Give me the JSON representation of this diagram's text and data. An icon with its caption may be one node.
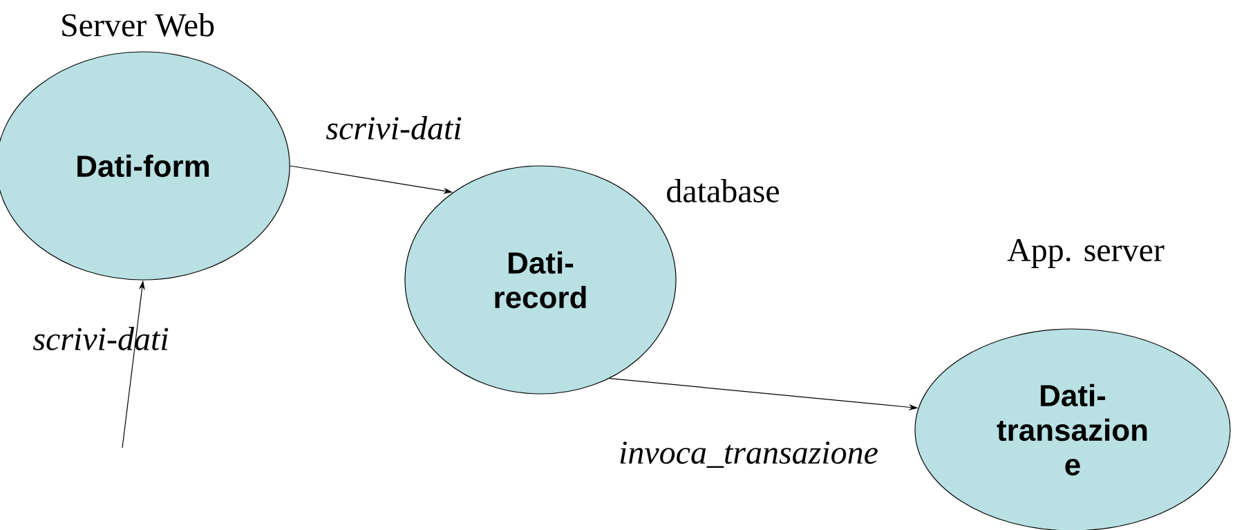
{
  "diagram": {
    "nodes": [
      {
        "text": [
          "Dati-form"
        ],
        "beside": [
          "Server Web"
        ]
      },
      {
        "text": [
          "Dati- record"
        ],
        "beside": [
          "database"
        ]
      },
      {
        "text": [
          "Dati- transazion e"
        ],
        "beside": [
          "App. server"
        ]
      }
    ],
    "edges": [
      {
        "from": 0,
        "to": 1,
        "arrow": "to",
        "label": "scrivi-dati"
      },
      {
        "from": 1,
        "to": 2,
        "arrow": "to",
        "label": "invoca_transazione"
      },
      {
        "from": null,
        "to": 0,
        "arrow": "to",
        "label": "scrivi-dati"
      }
    ]
  }
}
